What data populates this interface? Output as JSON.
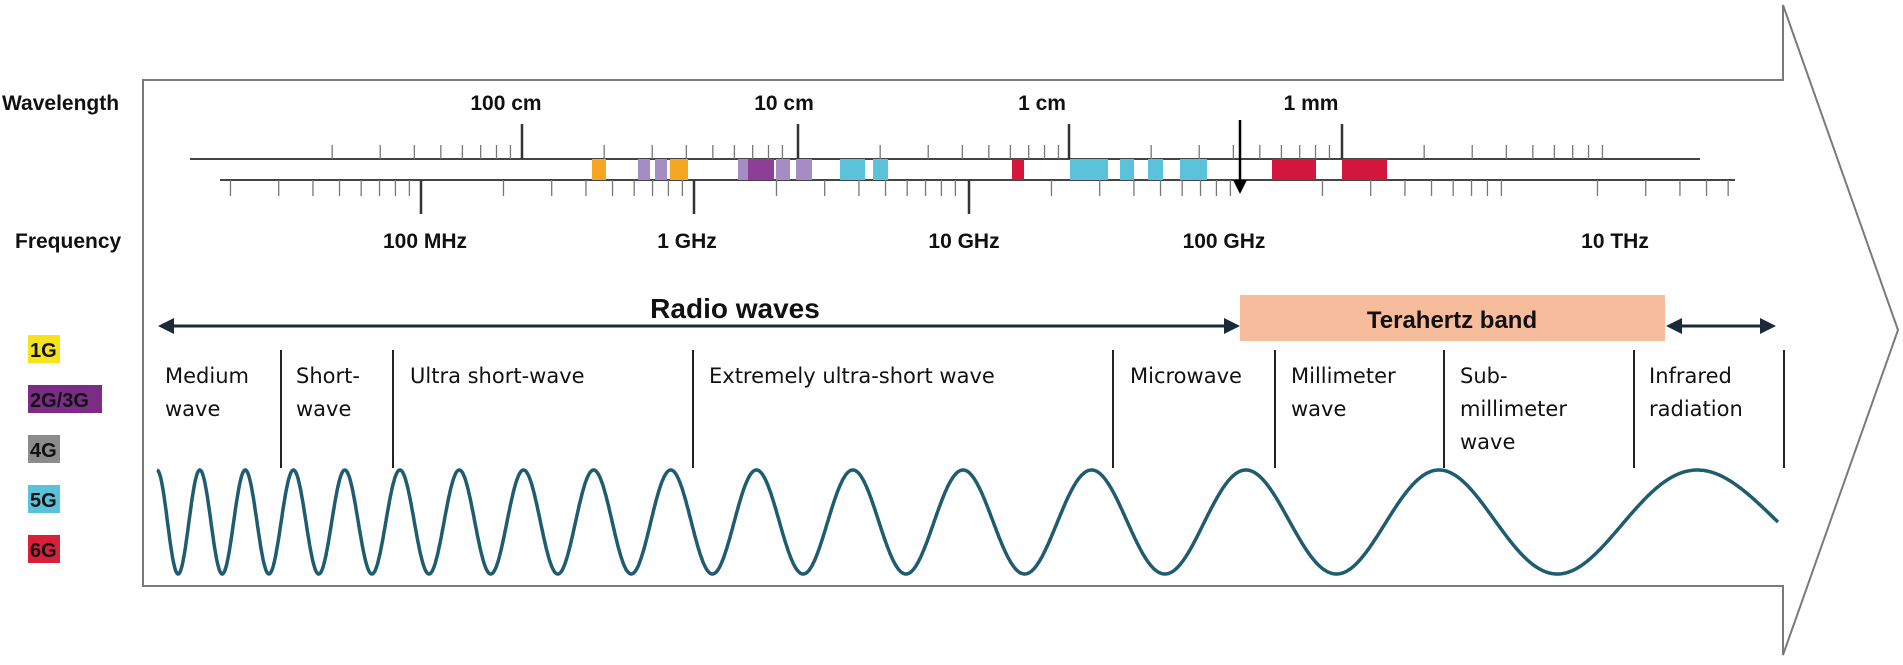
{
  "axis_labels": {
    "wavelength": "Wavelength",
    "frequency": "Frequency"
  },
  "wavelength_ticks": [
    "100 cm",
    "10 cm",
    "1 cm",
    "1 mm"
  ],
  "frequency_ticks": [
    "100 MHz",
    "1 GHz",
    "10 GHz",
    "100 GHz",
    "10 THz"
  ],
  "legend": [
    {
      "label": "1G",
      "color": "#f7e31b"
    },
    {
      "label": "2G/3G",
      "color": "#7b2c85"
    },
    {
      "label": "4G",
      "color": "#8c8c8c"
    },
    {
      "label": "5G",
      "color": "#5bc2db"
    },
    {
      "label": "6G",
      "color": "#d81f3c"
    }
  ],
  "band_colors": {
    "orange": "#f5a623",
    "lavender": "#a58cc4",
    "purple": "#8e3e97",
    "cyan": "#5bc2db",
    "red": "#d4163c"
  },
  "radio_waves_label": "Radio waves",
  "terahertz_label": "Terahertz band",
  "terahertz_color": "#f6bc9c",
  "regions": [
    {
      "lines": [
        "Medium",
        "wave"
      ]
    },
    {
      "lines": [
        "Short-",
        "wave"
      ]
    },
    {
      "lines": [
        "Ultra short-wave"
      ]
    },
    {
      "lines": [
        "Extremely ultra-short wave"
      ]
    },
    {
      "lines": [
        "Microwave"
      ]
    },
    {
      "lines": [
        "Millimeter",
        "wave"
      ]
    },
    {
      "lines": [
        "Sub-",
        "millimeter",
        "wave"
      ]
    },
    {
      "lines": [
        "Infrared",
        "radiation"
      ]
    }
  ],
  "wave_color": "#1f5c70"
}
